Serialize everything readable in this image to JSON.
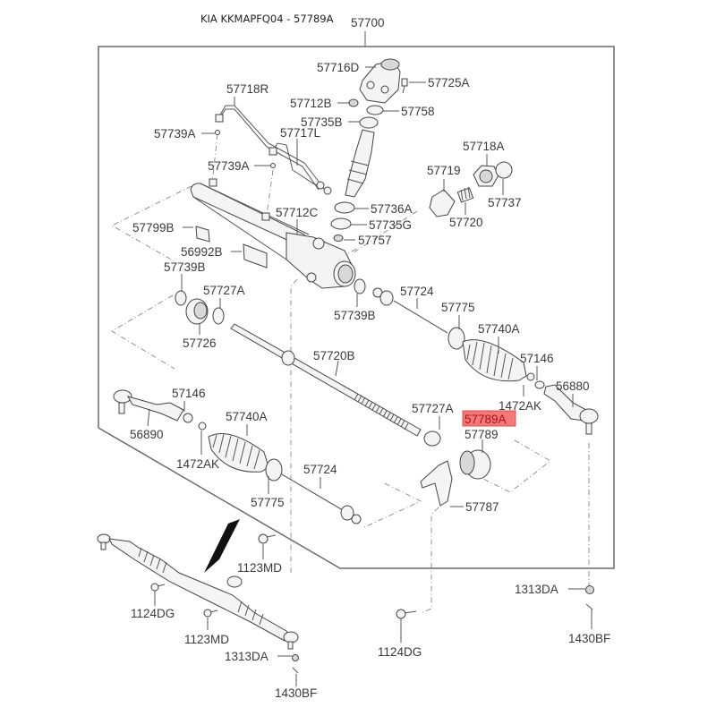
{
  "header": {
    "title": "KIA KKMAPFQ04 - 57789A",
    "assembly_number": "57700"
  },
  "highlight": {
    "part_number": "57789A",
    "color": "#f26b6b"
  },
  "callouts": {
    "p57716D": "57716D",
    "p57725A": "57725A",
    "p57718R": "57718R",
    "p57712B": "57712B",
    "p57758": "57758",
    "p57735B": "57735B",
    "p57739A_1": "57739A",
    "p57717L": "57717L",
    "p57718A": "57718A",
    "p57719": "57719",
    "p57737": "57737",
    "p57739A_2": "57739A",
    "p57736A": "57736A",
    "p57720": "57720",
    "p57799B": "57799B",
    "p57712C": "57712C",
    "p57735G": "57735G",
    "p57757": "57757",
    "p56992B": "56992B",
    "p57739B_1": "57739B",
    "p57727A_1": "57727A",
    "p57724_1": "57724",
    "p57739B_2": "57739B",
    "p57775_1": "57775",
    "p57726": "57726",
    "p57740A_1": "57740A",
    "p57720B": "57720B",
    "p57146_1": "57146",
    "p1472AK_1": "1472AK",
    "p56880": "56880",
    "p57146_2": "57146",
    "p57727A_2": "57727A",
    "p57789": "57789",
    "p56890": "56890",
    "p57740A_2": "57740A",
    "p1472AK_2": "1472AK",
    "p57724_2": "57724",
    "p57775_2": "57775",
    "p57787": "57787",
    "p1123MD_1": "1123MD",
    "p1313DA_1": "1313DA",
    "p1124DG_1": "1124DG",
    "p1123MD_2": "1123MD",
    "p1430BF_1": "1430BF",
    "p1124DG_2": "1124DG",
    "p1313DA_2": "1313DA",
    "p1430BF_2": "1430BF"
  }
}
